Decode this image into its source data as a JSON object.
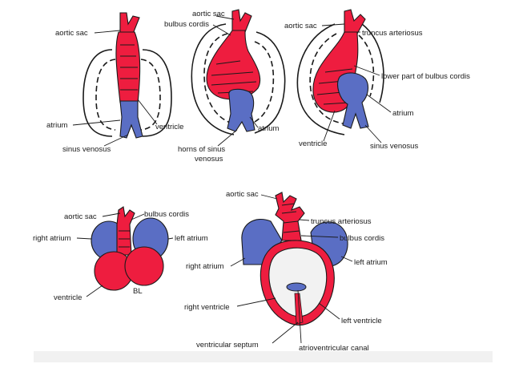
{
  "colors": {
    "arterial": "#ee1d3f",
    "venous": "#5a6ec4",
    "lumen": "#f2f2f2",
    "ink": "#1a1a1a"
  },
  "stage1": {
    "aortic_sac": "aortic sac",
    "atrium": "atrium",
    "ventricle": "ventricle",
    "sinus_venosus": "sinus venosus"
  },
  "stage2": {
    "aortic_sac": "aortic sac",
    "bulbus_cordis": "bulbus cordis",
    "atrium": "atrium",
    "horns_line1": "horns of sinus",
    "horns_line2": "venosus"
  },
  "stage3": {
    "aortic_sac": "aortic sac",
    "truncus_arteriosus": "truncus arteriosus",
    "lower_bulbus": "lower part of bulbus cordis",
    "atrium": "atrium",
    "ventricle": "ventricle",
    "sinus_venosus": "sinus venosus"
  },
  "stage4": {
    "aortic_sac": "aortic sac",
    "bulbus_cordis": "bulbus cordis",
    "right_atrium": "right atrium",
    "left_atrium": "left atrium",
    "ventricle": "ventricle",
    "mark": "BL"
  },
  "stage5": {
    "aortic_sac": "aortic sac",
    "truncus_arteriosus": "truncus arteriosus",
    "bulbus_cordis": "bulbus cordis",
    "left_atrium": "left atrium",
    "right_atrium": "right atrium",
    "right_ventricle": "right ventricle",
    "left_ventricle": "left ventricle",
    "ventricular_septum": "ventricular septum",
    "av_canal": "atrioventricular canal"
  }
}
